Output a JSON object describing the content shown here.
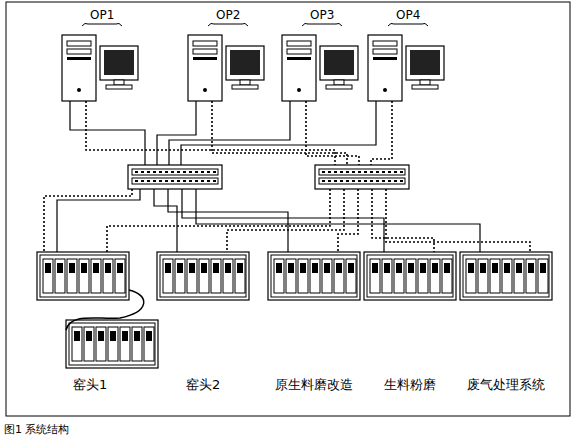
{
  "diagram": {
    "caption": "图1 系统结构",
    "nodes": [
      {
        "text": [
          "OP1"
        ]
      },
      {
        "text": [
          "OP2"
        ]
      },
      {
        "text": [
          "OP3"
        ]
      },
      {
        "text": [
          "OP4"
        ]
      },
      {
        "text": [
          "窑头1"
        ]
      },
      {
        "text": [
          "窑头2"
        ]
      },
      {
        "text": [
          "原生料磨改造"
        ]
      },
      {
        "text": [
          "生料粉磨"
        ]
      },
      {
        "text": [
          "废气处理系统"
        ]
      }
    ]
  }
}
